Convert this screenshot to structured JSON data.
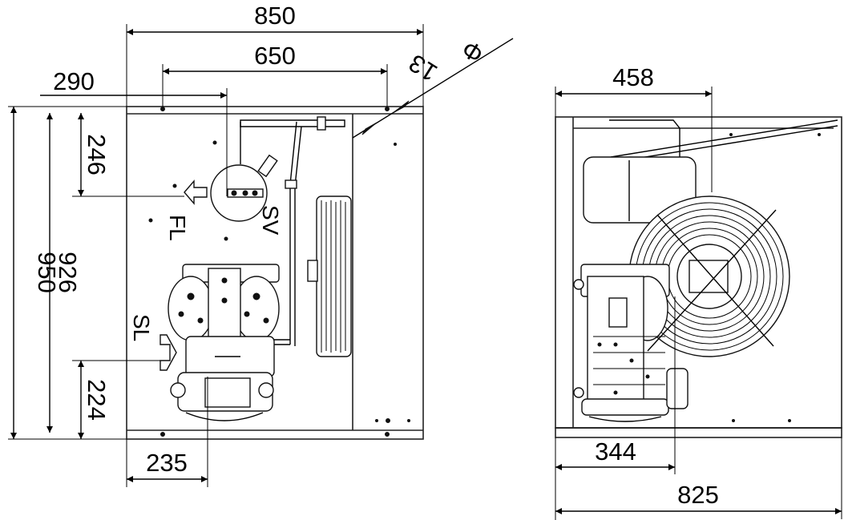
{
  "dimensions": {
    "front_width": "850",
    "mount_spacing": "650",
    "left_offset": "290",
    "hole_diameter": "13",
    "total_height": "950",
    "mount_height": "926",
    "fl_height": "246",
    "sl_height": "224",
    "compressor_offset": "235",
    "side_top": "458",
    "side_bottom_inner": "344",
    "side_depth": "825"
  },
  "labels": {
    "fl": "FL",
    "sv": "SV",
    "sl": "SL",
    "diameter_symbol": "Φ"
  }
}
